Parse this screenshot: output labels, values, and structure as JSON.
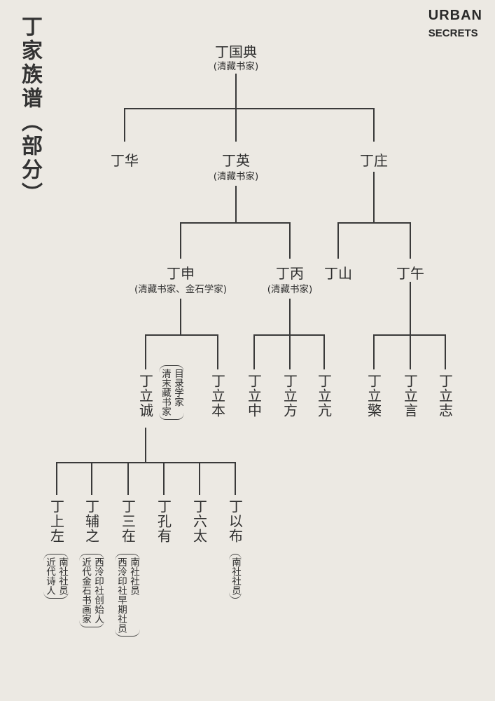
{
  "title": "丁家族谱（部分）",
  "logo": {
    "line1": "URBAN",
    "line2": "SECRETS"
  },
  "tree": {
    "g1": {
      "name": "丁国典",
      "note": "(清藏书家)"
    },
    "g2": [
      {
        "name": "丁华"
      },
      {
        "name": "丁英",
        "note": "(清藏书家)"
      },
      {
        "name": "丁庄"
      }
    ],
    "g3": [
      {
        "name": "丁申",
        "note": "(清藏书家、金石学家)"
      },
      {
        "name": "丁丙",
        "note": "(清藏书家)"
      },
      {
        "name": "丁山"
      },
      {
        "name": "丁午"
      }
    ],
    "g4": [
      {
        "name": "丁立诚",
        "note": [
          "清末藏书家",
          "目录学家"
        ]
      },
      {
        "name": "丁立本"
      },
      {
        "name": "丁立中"
      },
      {
        "name": "丁立方"
      },
      {
        "name": "丁立亢"
      },
      {
        "name": "丁立檠"
      },
      {
        "name": "丁立言"
      },
      {
        "name": "丁立志"
      }
    ],
    "g5": [
      {
        "name": "丁上左",
        "note": [
          "南社社员",
          "近代诗人"
        ]
      },
      {
        "name": "丁辅之",
        "note": [
          "西泠印社创始人",
          "近代金石书画家"
        ]
      },
      {
        "name": "丁三在",
        "note": [
          "南社社员",
          "西泠印社早期社员"
        ]
      },
      {
        "name": "丁孔有"
      },
      {
        "name": "丁六太"
      },
      {
        "name": "丁以布",
        "note": [
          "南社社员"
        ]
      }
    ]
  }
}
